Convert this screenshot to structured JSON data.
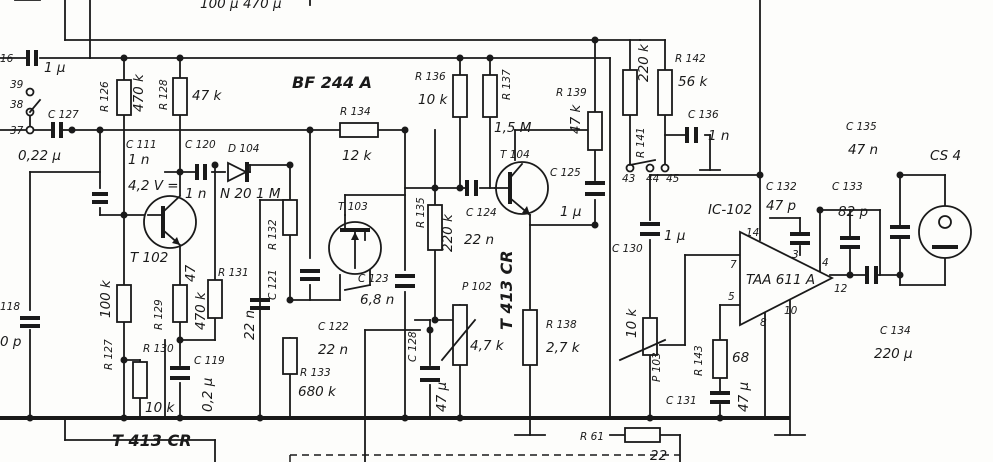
{
  "top_values": "100 µ    470 µ",
  "left_edge": {
    "c_pre": "16",
    "c_val": "1 µ",
    "sw39": "39",
    "sw38": "38",
    "sw37": "37",
    "c118_part": "118",
    "c118_val": "0 p"
  },
  "components": {
    "C127": {
      "ref": "C 127",
      "value": "0,22 µ"
    },
    "R126": {
      "ref": "R 126",
      "value": "470 k"
    },
    "R128": {
      "ref": "R 128",
      "value": "47 k"
    },
    "C111": {
      "ref": "C 111",
      "value": "1 n"
    },
    "C120": {
      "ref": "C 120",
      "value": "1 n"
    },
    "D104": {
      "ref": "D 104",
      "value": "N 20"
    },
    "V42": "4,2 V =",
    "T102": {
      "ref": "T 102"
    },
    "R127": {
      "ref": "R 127",
      "value": "100 k"
    },
    "R129": {
      "ref": "R 129",
      "value": "47"
    },
    "R130": {
      "ref": "R 130",
      "value": "10 k"
    },
    "C119": {
      "ref": "C 119",
      "value": "0,2 µ"
    },
    "R131": {
      "ref": "R 131",
      "value": "470 k"
    },
    "R132": {
      "ref": "R 132",
      "value": "1 M"
    },
    "C121": {
      "ref": "C 121",
      "value": "22 n"
    },
    "T103": {
      "ref": "T 103",
      "type": "BF 244 A"
    },
    "R134": {
      "ref": "R 134",
      "value": "12 k"
    },
    "C122": {
      "ref": "C 122",
      "value": "22 n"
    },
    "C123": {
      "ref": "C 123",
      "value": "6,8 n"
    },
    "R133": {
      "ref": "R 133",
      "value": "680 k"
    },
    "R135": {
      "ref": "R 135",
      "value": "220 k"
    },
    "R136": {
      "ref": "R 136",
      "value": "10 k"
    },
    "R137": {
      "ref": "R 137",
      "value": "1,5 M"
    },
    "C124": {
      "ref": "C 124",
      "value": "22 n"
    },
    "T104": {
      "ref": "T 104",
      "type": "T 413 CR"
    },
    "C125": {
      "ref": "C 125",
      "value": "1 µ"
    },
    "P102": {
      "ref": "P 102",
      "value": "4,7 k"
    },
    "C128": {
      "ref": "C 128",
      "value": "47 µ"
    },
    "R138": {
      "ref": "R 138",
      "value": "2,7 k"
    },
    "R139": {
      "ref": "R 139",
      "value": "47 k"
    },
    "R141": {
      "ref": "R 141",
      "value": "220 k"
    },
    "R142": {
      "ref": "R 142",
      "value": "56 k"
    },
    "C136": {
      "ref": "C 136",
      "value": "1 n"
    },
    "C130": {
      "ref": "C 130",
      "value": "1 µ"
    },
    "P103": {
      "ref": "P 103",
      "value": "10 k"
    },
    "R143": {
      "ref": "R 143",
      "value": "68"
    },
    "C131": {
      "ref": "C 131",
      "value": "47 µ"
    },
    "IC102": {
      "ref": "IC-102",
      "type": "TAA 611 A"
    },
    "C132": {
      "ref": "C 132",
      "value": "47 p"
    },
    "C133": {
      "ref": "C 133",
      "value": "82 p"
    },
    "C135": {
      "ref": "C 135",
      "value": "47 n"
    },
    "C134": {
      "ref": "C 134",
      "value": "220 µ"
    },
    "CS4": {
      "ref": "CS 4"
    },
    "R61": {
      "ref": "R 61",
      "value": "22"
    }
  },
  "pins": {
    "p43": "43",
    "p44": "44",
    "p45": "45",
    "p7": "7",
    "p5": "5",
    "p4": "4",
    "p3": "3",
    "p12": "12",
    "p14": "14",
    "p8": "8",
    "p10": "10"
  },
  "bottom_label": "T 413 CR"
}
